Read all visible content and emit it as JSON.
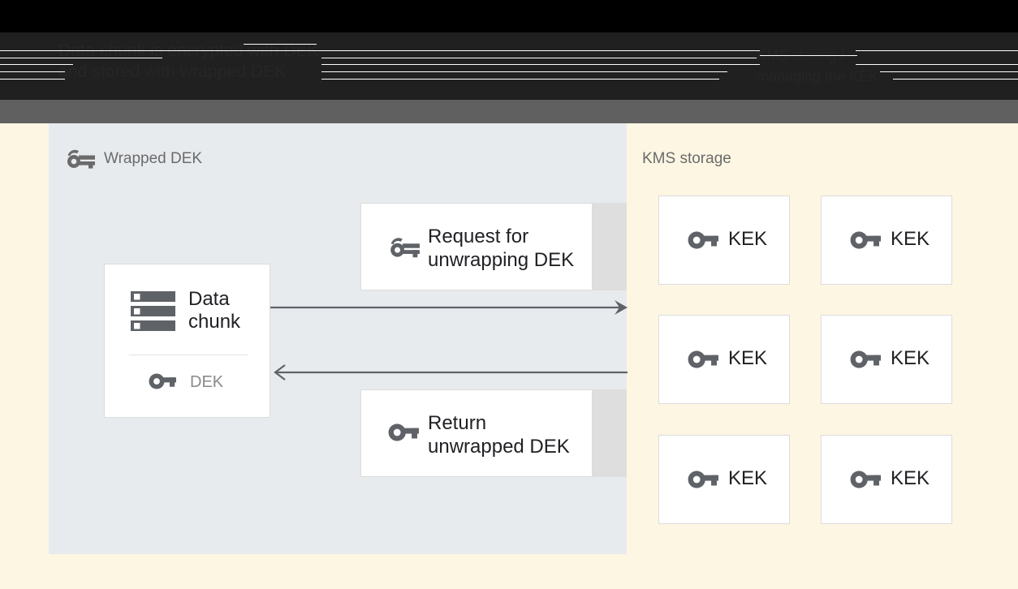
{
  "header": {
    "title": "Data chunk is encrypted with DEK\nand stored with wrapped DEK",
    "subtitle": "KMS storing /\nmanaging the KEK"
  },
  "left_panel": {
    "title": "Wrapped DEK",
    "title_icon": "wrapped-key-icon",
    "data_card": {
      "icon": "database-icon",
      "title": "Data\nchunk",
      "key_icon": "key-icon",
      "key_label": "DEK"
    },
    "messages": [
      {
        "icon": "wrapped-key-icon",
        "label": "Request for\nunwrapping DEK"
      },
      {
        "icon": "key-icon",
        "label": "Return\nunwrapped DEK"
      }
    ],
    "arrows": [
      {
        "direction": "right",
        "name": "request-arrow"
      },
      {
        "direction": "left",
        "name": "return-arrow"
      }
    ]
  },
  "right_panel": {
    "title": "KMS storage",
    "keys": [
      {
        "icon": "key-icon",
        "label": "KEK"
      },
      {
        "icon": "key-icon",
        "label": "KEK"
      },
      {
        "icon": "key-icon",
        "label": "KEK"
      },
      {
        "icon": "key-icon",
        "label": "KEK"
      },
      {
        "icon": "key-icon",
        "label": "KEK"
      },
      {
        "icon": "key-icon",
        "label": "KEK"
      }
    ]
  },
  "colors": {
    "header_black": "#000000",
    "header_band": "#606060",
    "canvas_cream": "#fdf6e3",
    "left_panel": "#e8ebee",
    "card_white": "#ffffff",
    "card_border": "#dcdcdc",
    "shadow_gray": "#dedede",
    "icon_gray": "#5f6368",
    "text_dark": "#202124",
    "text_muted": "#6b6b6b",
    "dek_label": "#8a8a8a"
  }
}
